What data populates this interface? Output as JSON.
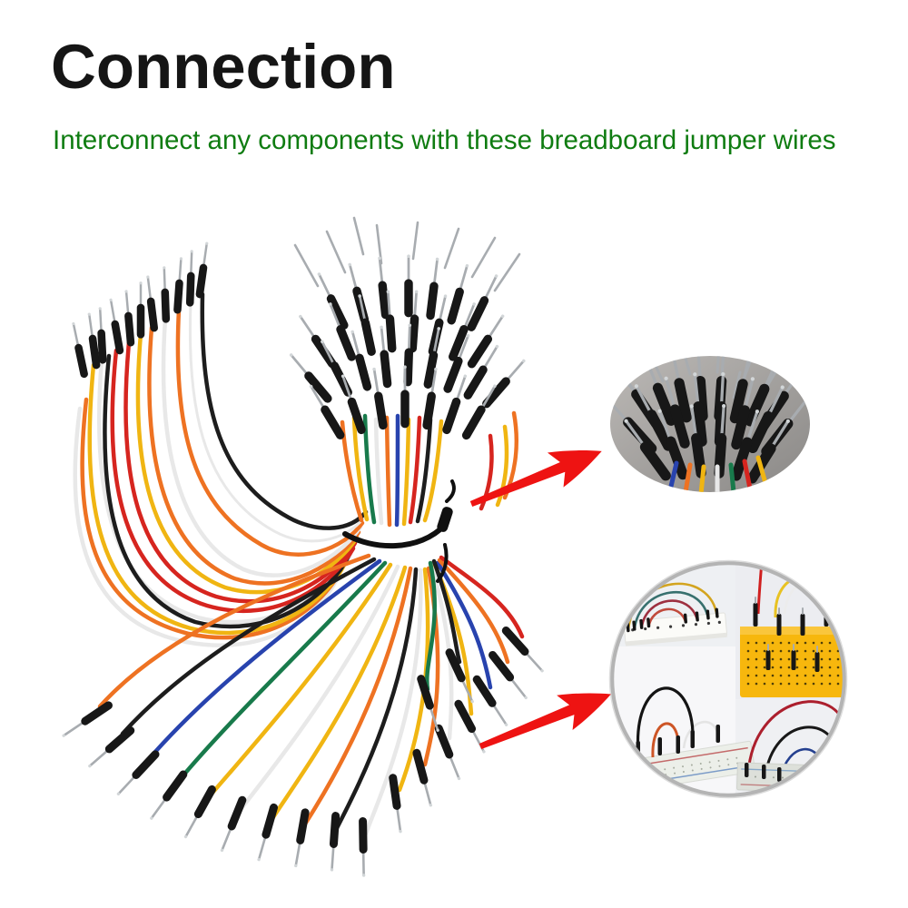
{
  "header": {
    "title": "Connection",
    "subtitle": "Interconnect any components with these breadboard jumper wires"
  },
  "figures": {
    "main_photo": "jumper-wires-bundle",
    "top_inset": "pin-tips-closeup",
    "bottom_inset": "breadboard-usage-collage",
    "callout_arrow": "red-arrow"
  },
  "colors": {
    "title_black": "#151515",
    "subtitle_green": "#0f7c11",
    "arrow_red": "#ee1312",
    "connector_black": "#171717",
    "pin_silver": "#a8acb0",
    "wire_yellow": "#f0b512",
    "wire_orange": "#ee7222",
    "wire_red": "#d6251f",
    "wire_black": "#1d1d1d",
    "wire_white": "#e8e8e8",
    "wire_blue": "#2843ae",
    "wire_green": "#187a4b",
    "oval_gray_light": "#bcb9b6",
    "oval_gray_dark": "#8a8886",
    "ring_gray": "#b4b4b4",
    "breadboard_yellow": "#f7b70d"
  }
}
